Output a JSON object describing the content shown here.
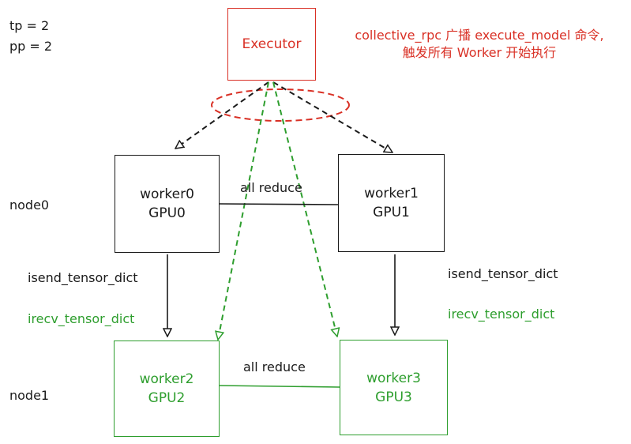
{
  "config": {
    "tp": "tp = 2",
    "pp": "pp = 2"
  },
  "nodes": {
    "node0": "node0",
    "node1": "node1"
  },
  "executor": {
    "label": "Executor"
  },
  "note": {
    "line1": "collective_rpc 广播 execute_model 命令,",
    "line2": "触发所有 Worker 开始执行"
  },
  "workers": [
    {
      "name": "worker0",
      "gpu": "GPU0"
    },
    {
      "name": "worker1",
      "gpu": "GPU1"
    },
    {
      "name": "worker2",
      "gpu": "GPU2"
    },
    {
      "name": "worker3",
      "gpu": "GPU3"
    }
  ],
  "edges": {
    "allreduce_top": "all reduce",
    "allreduce_bottom": "all reduce",
    "send_left": "isend_tensor_dict",
    "recv_left": "irecv_tensor_dict",
    "send_right": "isend_tensor_dict",
    "recv_right": "irecv_tensor_dict"
  },
  "colors": {
    "black": "#1a1a1a",
    "red": "#d93025",
    "green": "#2e9e2e"
  }
}
